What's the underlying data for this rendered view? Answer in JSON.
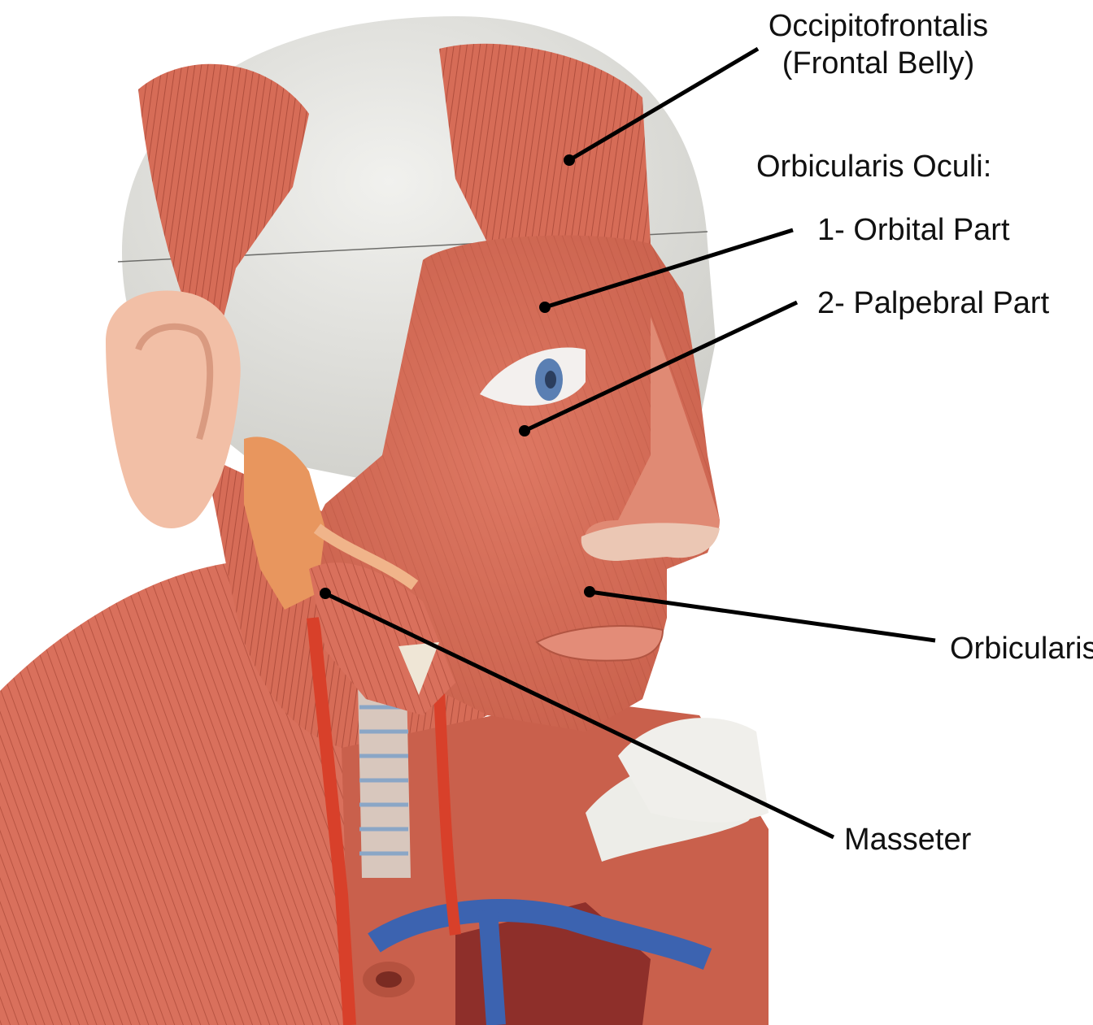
{
  "figure": {
    "background": "#ffffff",
    "colors": {
      "muscle": "#d9705c",
      "muscle_dark": "#b04a3a",
      "skull": "#e6e6e2",
      "ear": "#f2bfa6",
      "artery": "#d8402a",
      "vein": "#3c63b0",
      "eye": "#5a7fb3",
      "line": "#000000"
    },
    "model_image": "anatomical-head-and-neck-muscle-model"
  },
  "labels": {
    "occipitofrontalis_line1": "Occipitofrontalis",
    "occipitofrontalis_line2": "(Frontal Belly)",
    "orbicularis_oculi_heading": "Orbicularis Oculi:",
    "orbital_part": "1- Orbital Part",
    "palpebral_part": "2- Palpebral Part",
    "orbicularis_oris": "Orbicularis",
    "masseter": "Masseter"
  }
}
